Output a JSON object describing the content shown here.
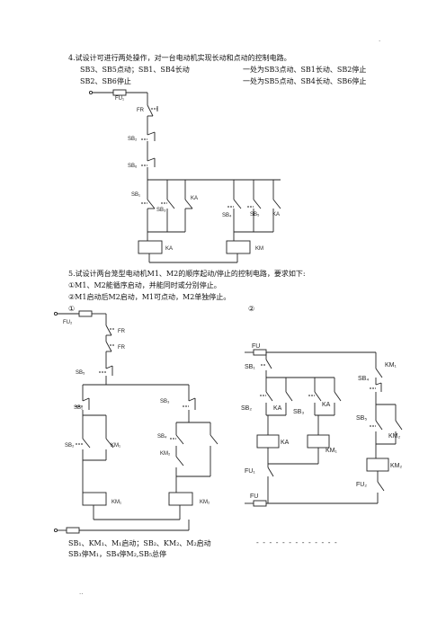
{
  "page": {
    "top_mark": ".",
    "bottom_mark": ".."
  },
  "q4": {
    "title": "4.试设计可进行两处操作，对一台电动机实现长动和点动的控制电路。",
    "line1_left": "SB3、SB5点动；SB1、SB4长动",
    "line1_right": "一处为SB3点动、SB1长动、SB2停止",
    "line2_left": "SB2、SB6停止",
    "line2_right": "一处为SB5点动、SB4长动、SB6停止",
    "labels": {
      "fu": "FU₁",
      "fr": "FR",
      "sb2": "SB₂",
      "sb6": "SB₆",
      "sb1": "SB₁",
      "sb3": "SB₃",
      "ka_contact1": "KA",
      "sb4": "SB₄",
      "sb5": "SB₅",
      "ka_contact2": "KA",
      "coil_ka": "KA",
      "coil_km": "KM"
    }
  },
  "q5": {
    "title": "5.试设计两台笼型电动机M1、M2的顺序起动/停止的控制电路，要求如下:",
    "req1": "①M1、M2能循序启动，并能同时或分别停止。",
    "req2": "②M1启动后M2启动，M1可点动，M2单独停止。",
    "circle1": "①",
    "circle2": "②",
    "labels_a": {
      "fu": "FU₂",
      "fr1": "FR",
      "fr2": "FR",
      "sb5": "SB₅",
      "sb1": "SB₁",
      "sb2": "SB₂",
      "km1_contact": "KM₁",
      "sb3": "SB₃",
      "sb4": "SB₄",
      "km2_contact": "KM₂",
      "coil1": "KM₁",
      "coil2": "KM₂"
    },
    "labels_b": {
      "fu_top": "FU",
      "sb1": "SB₁",
      "km1_top": "KM₁",
      "sb2": "SB₂",
      "ka1": "KA",
      "sb3": "SB₃",
      "ka2": "KA",
      "sb4": "SB₄",
      "sb5": "SB₅",
      "km2_contact": "KM₂",
      "coil_ka": "KA",
      "coil_km1": "KM₁",
      "coil_km2": "KM₂",
      "fu1": "FU₁",
      "fu2": "FU₂",
      "fu_bottom": "FU"
    },
    "dashes": "- - - - - - - - - - - - -",
    "note1": "SB₁、KM₁、M₁启动；SB₂、KM₂、M₂启动",
    "note2": "SB₃停M₁，SB₄停M₂,SB₅总停"
  }
}
